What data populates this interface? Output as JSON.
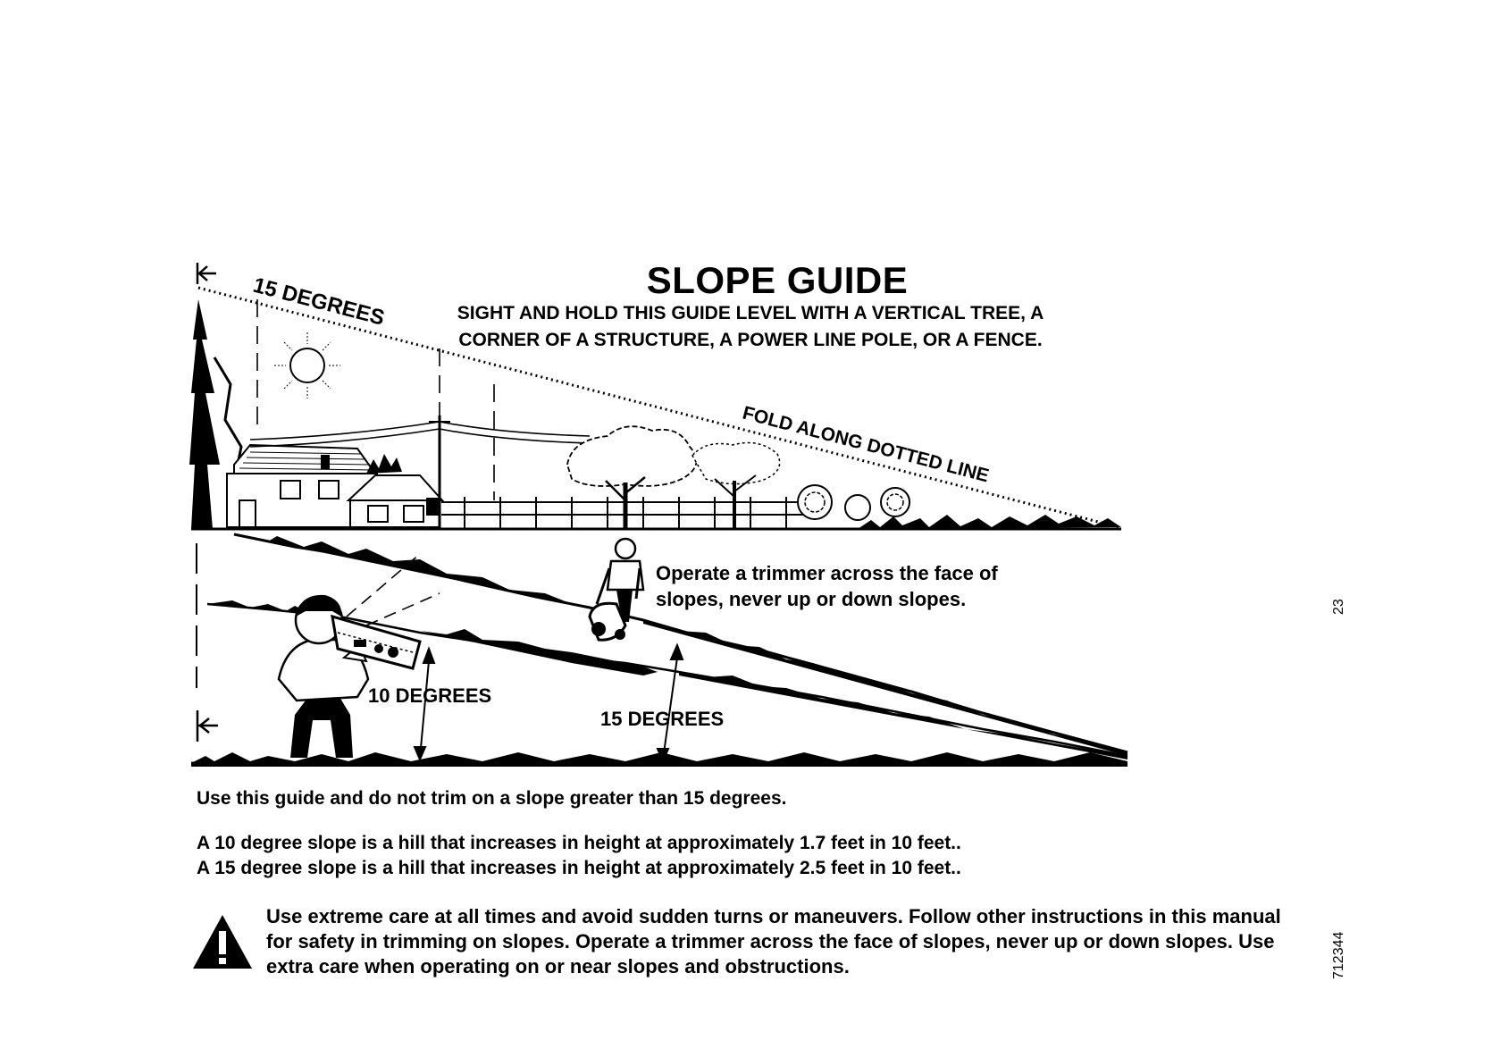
{
  "guide": {
    "title": "SLOPE GUIDE",
    "instructions": "SIGHT AND HOLD THIS GUIDE LEVEL WITH A VERTICAL TREE, A CORNER OF A STRUCTURE, A POWER LINE POLE, OR A FENCE.",
    "top_angle_label": "15 DEGREES",
    "fold_label": "FOLD ALONG DOTTED LINE",
    "slope_10_label": "10 DEGREES",
    "slope_15_label": "15 DEGREES",
    "operate_note": "Operate a trimmer across the face of slopes, never up or down slopes."
  },
  "text": {
    "p1": "Use this guide and do not trim on a slope greater than 15 degrees.",
    "p2": "A 10 degree slope is a hill that increases in height at approximately 1.7 feet in 10 feet..",
    "p3": "A 15 degree slope is a hill that increases in height at approximately 2.5 feet in 10 feet..",
    "warning": "Use extreme care at all times and avoid sudden turns or maneuvers. Follow other instructions in this manual for safety in trimming on slopes. Operate a trimmer across the face of slopes, never up or down slopes. Use extra care when operating on or near slopes and obstructions."
  },
  "page_number": "23",
  "doc_number": "712344"
}
